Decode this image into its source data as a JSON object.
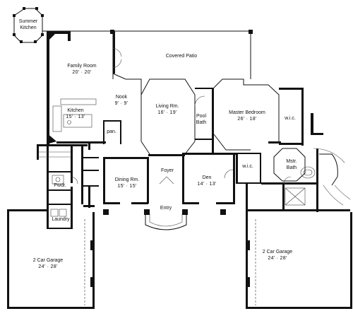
{
  "plan": {
    "rooms": [
      {
        "key": "summer_kitchen",
        "name": "Summer",
        "name2": "Kitchen",
        "dim": ""
      },
      {
        "key": "family_room",
        "name": "Family Room",
        "dim": "20' · 20'"
      },
      {
        "key": "covered_patio",
        "name": "Covered Patio",
        "dim": ""
      },
      {
        "key": "nook",
        "name": "Nook",
        "dim": "9' · 9'"
      },
      {
        "key": "kitchen",
        "name": "Kitchen",
        "dim": "15' · 13'"
      },
      {
        "key": "pantry",
        "name": "pan.",
        "dim": ""
      },
      {
        "key": "living_room",
        "name": "Living Rm.",
        "dim": "16' · 19'"
      },
      {
        "key": "pool_bath",
        "name": "Pool",
        "name2": "Bath",
        "dim": ""
      },
      {
        "key": "master_bedroom",
        "name": "Master Bedroom",
        "dim": "26' · 18'"
      },
      {
        "key": "wic_1",
        "name": "w.i.c.",
        "dim": ""
      },
      {
        "key": "wic_2",
        "name": "w.i.c.",
        "dim": ""
      },
      {
        "key": "master_bath",
        "name": "Mstr.",
        "name2": "Bath",
        "dim": ""
      },
      {
        "key": "dining_room",
        "name": "Dining Rm.",
        "dim": "15' · 15'"
      },
      {
        "key": "foyer",
        "name": "Foyer",
        "dim": ""
      },
      {
        "key": "den",
        "name": "Den",
        "dim": "14' · 13'"
      },
      {
        "key": "powder",
        "name": "Pwdr.",
        "dim": ""
      },
      {
        "key": "laundry",
        "name": "Laundry",
        "dim": ""
      },
      {
        "key": "entry",
        "name": "Entry",
        "dim": ""
      },
      {
        "key": "garage_left",
        "name": "2 Car Garage",
        "dim": "24' · 28'"
      },
      {
        "key": "garage_right",
        "name": "2 Car Garage",
        "dim": "24' · 28'"
      }
    ]
  }
}
